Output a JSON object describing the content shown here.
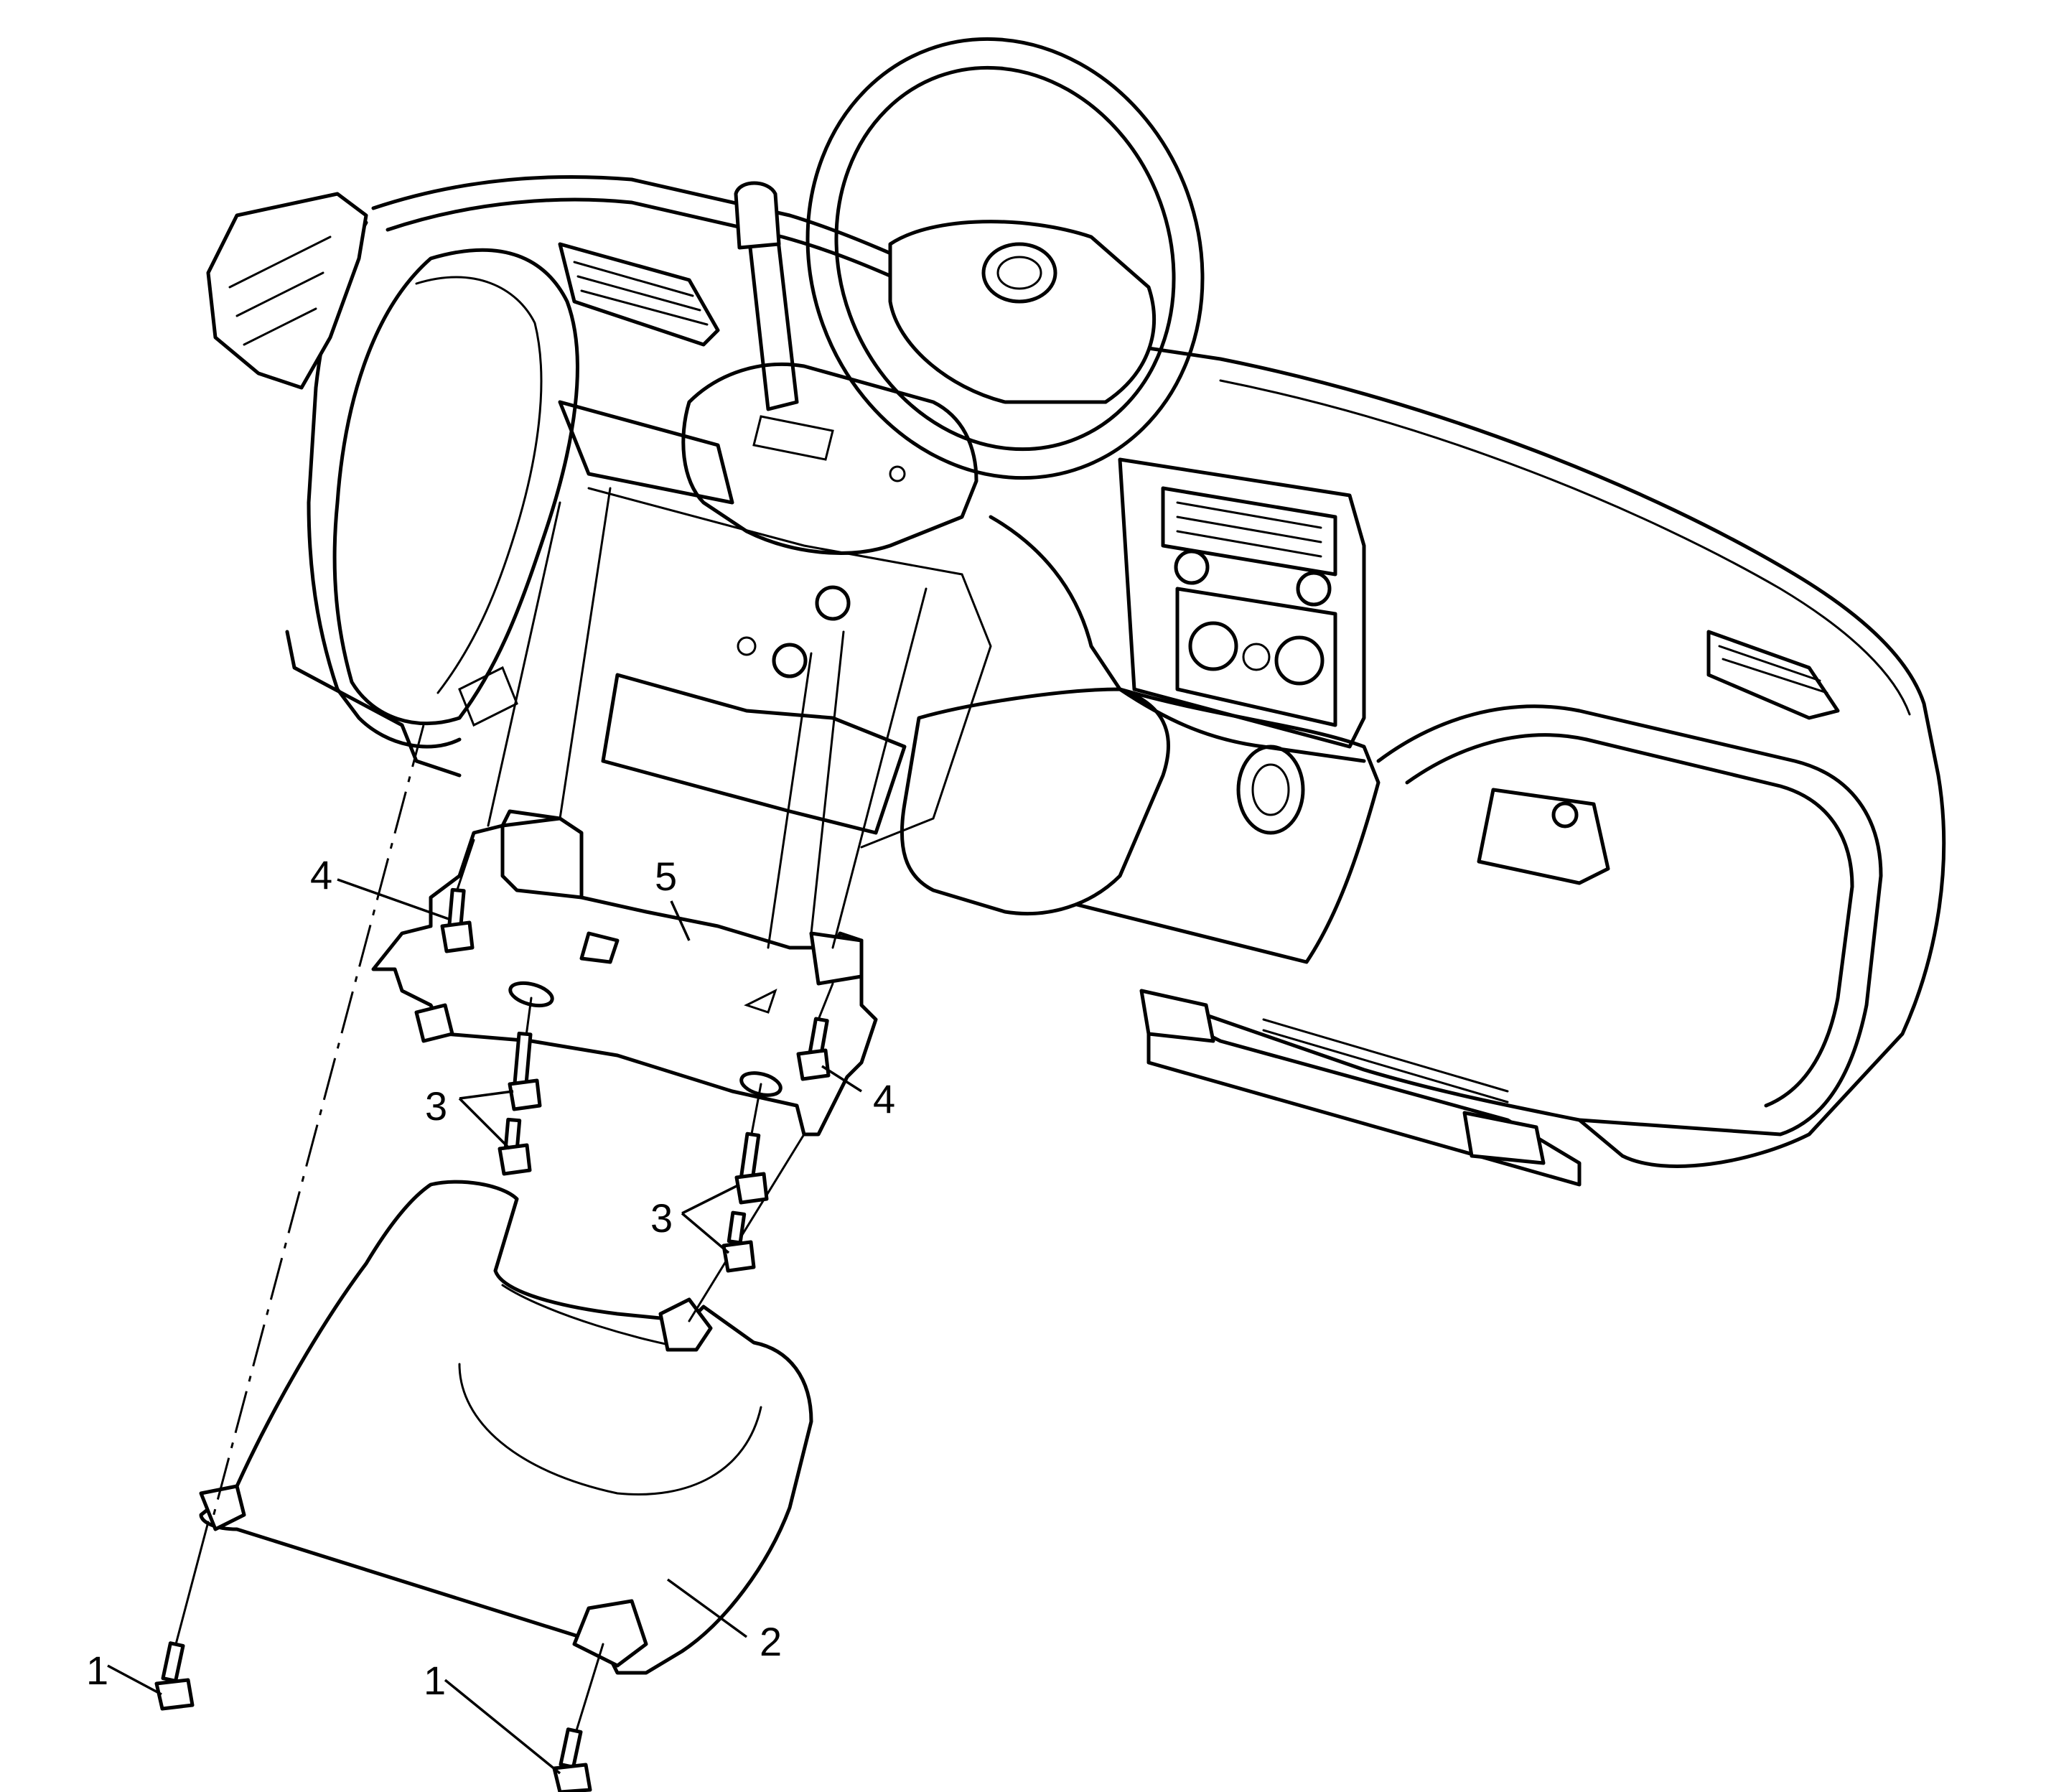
{
  "callouts": [
    {
      "id": "c1a",
      "label": "1"
    },
    {
      "id": "c1b",
      "label": "1"
    },
    {
      "id": "c2",
      "label": "2"
    },
    {
      "id": "c3a",
      "label": "3"
    },
    {
      "id": "c3b",
      "label": "3"
    },
    {
      "id": "c4a",
      "label": "4"
    },
    {
      "id": "c4b",
      "label": "4"
    },
    {
      "id": "c5",
      "label": "5"
    }
  ]
}
